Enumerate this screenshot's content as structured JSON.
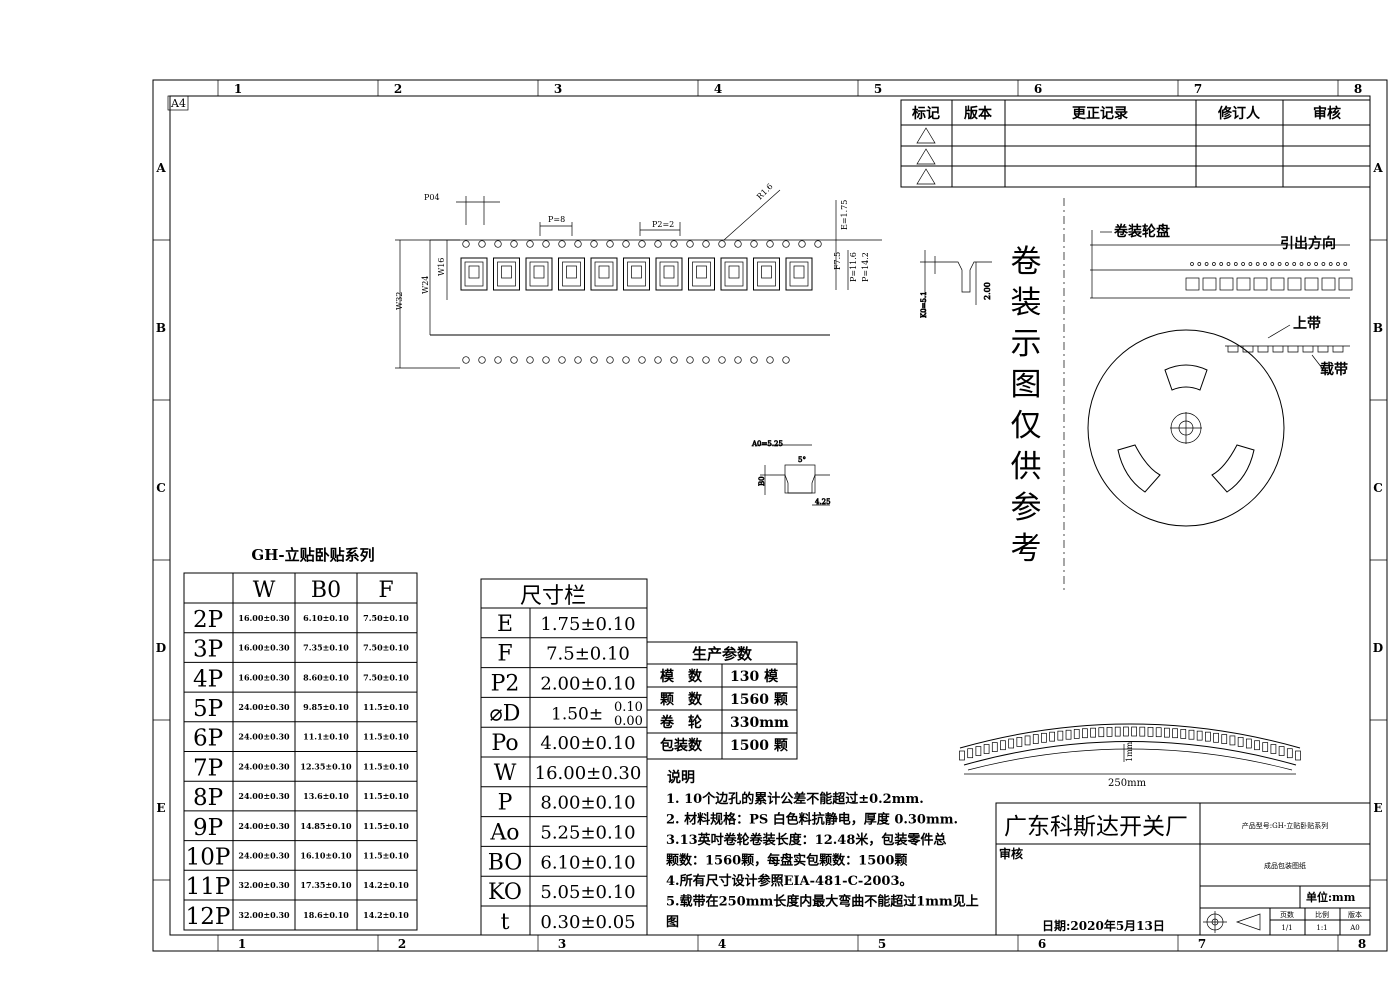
{
  "frame": {
    "sheet_size": "A4",
    "columns": [
      "1",
      "2",
      "3",
      "4",
      "5",
      "6",
      "7",
      "8"
    ],
    "rows": [
      "A",
      "B",
      "C",
      "D",
      "E"
    ]
  },
  "revision_table": {
    "headers": [
      "标记",
      "版本",
      "更正记录",
      "修订人",
      "审核"
    ],
    "rows": 3
  },
  "drawing_labels": {
    "p04": "P04",
    "p8": "P=8",
    "p22": "P2=2",
    "r16": "R1.6",
    "e175": "E=1.75",
    "f75": "F7.5",
    "p116": "P=11.6",
    "p142": "P=14.2",
    "w32": "W32",
    "w24": "W24",
    "w16": "W16",
    "k0": "K0=5.1",
    "b0": "B0",
    "t": "2.00",
    "a0": "A0=5.25",
    "deg": "5°",
    "h": "4.25"
  },
  "vertical_note": "卷装示图仅供参考",
  "reel_labels": {
    "reel": "卷装轮盘",
    "direction": "引出方向",
    "top_tape": "上带",
    "carrier": "载带",
    "length": "250mm",
    "bend": "1mm"
  },
  "series_table": {
    "title": "GH-立贴卧贴系列",
    "headers": [
      "",
      "W",
      "B0",
      "F"
    ],
    "rows": [
      [
        "2P",
        "16.00±0.30",
        "6.10±0.10",
        "7.50±0.10"
      ],
      [
        "3P",
        "16.00±0.30",
        "7.35±0.10",
        "7.50±0.10"
      ],
      [
        "4P",
        "16.00±0.30",
        "8.60±0.10",
        "7.50±0.10"
      ],
      [
        "5P",
        "24.00±0.30",
        "9.85±0.10",
        "11.5±0.10"
      ],
      [
        "6P",
        "24.00±0.30",
        "11.1±0.10",
        "11.5±0.10"
      ],
      [
        "7P",
        "24.00±0.30",
        "12.35±0.10",
        "11.5±0.10"
      ],
      [
        "8P",
        "24.00±0.30",
        "13.6±0.10",
        "11.5±0.10"
      ],
      [
        "9P",
        "24.00±0.30",
        "14.85±0.10",
        "11.5±0.10"
      ],
      [
        "10P",
        "24.00±0.30",
        "16.10±0.10",
        "11.5±0.10"
      ],
      [
        "11P",
        "32.00±0.30",
        "17.35±0.10",
        "14.2±0.10"
      ],
      [
        "12P",
        "32.00±0.30",
        "18.6±0.10",
        "14.2±0.10"
      ]
    ]
  },
  "dimension_table": {
    "title": "尺寸栏",
    "rows": [
      [
        "E",
        "1.75±0.10"
      ],
      [
        "F",
        "7.5±0.10"
      ],
      [
        "P2",
        "2.00±0.10"
      ],
      [
        "⌀D",
        "1.50±"
      ],
      [
        "Po",
        "4.00±0.10"
      ],
      [
        "W",
        "16.00±0.30"
      ],
      [
        "P",
        "8.00±0.10"
      ],
      [
        "Ao",
        "5.25±0.10"
      ],
      [
        "BO",
        "6.10±0.10"
      ],
      [
        "KO",
        "5.05±0.10"
      ],
      [
        "t",
        "0.30±0.05"
      ]
    ],
    "d_tol_upper": "0.10",
    "d_tol_lower": "0.00"
  },
  "production_table": {
    "title": "生产参数",
    "rows": [
      [
        "模　数",
        "130 模"
      ],
      [
        "颗　数",
        "1560 颗"
      ],
      [
        "卷　轮",
        "330mm"
      ],
      [
        "包装数",
        "1500 颗"
      ]
    ]
  },
  "notes": {
    "title": "说明",
    "lines": [
      "1.  10个边孔的累计公差不能超过±0.2mm.",
      "2.  材料规格：PS 白色料抗静电，厚度 0.30mm.",
      "3.13英吋卷轮卷装长度：12.48米，包装零件总",
      "颗数：1560颗，每盘实包颗数：1500颗",
      "4.所有尺寸设计参照EIA-481-C-2003。",
      "5.载带在250mm长度内最大弯曲不能超过1mm见上",
      "图"
    ]
  },
  "title_block": {
    "company": "广东科斯达开关厂",
    "product": "产品型号:GH-立贴卧贴系列",
    "drawing_name": "成品包装图纸",
    "review": "审核",
    "unit": "单位:mm",
    "date": "日期:2020年5月13日",
    "small_headers": [
      "页数",
      "比例",
      "版本"
    ],
    "small_values": [
      "1/1",
      "1:1",
      "A0"
    ]
  }
}
